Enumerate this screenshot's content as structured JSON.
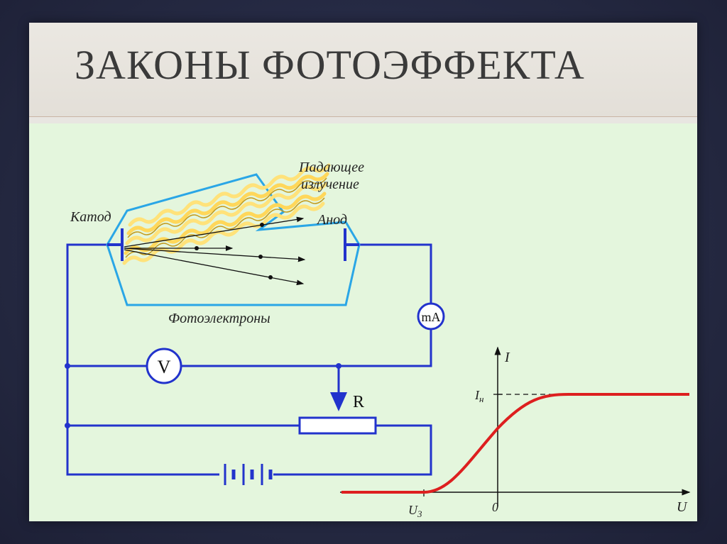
{
  "title": "ЗАКОНЫ ФОТОЭФФЕКТА",
  "circuit": {
    "incident_radiation_line1": "Падающее",
    "incident_radiation_line2": "излучение",
    "cathode": "Катод",
    "anode": "Анод",
    "photoelectrons": "Фотоэлектроны",
    "ammeter": "mA",
    "voltmeter": "V",
    "resistor": "R"
  },
  "graph": {
    "y_axis_label": "I",
    "x_axis_label": "U",
    "saturation_current_label": "Iн",
    "stopping_voltage_label": "U3",
    "origin_label": "0"
  },
  "colors": {
    "wire": "#2233cc",
    "tube": "#2aa6e6",
    "curve": "#dd1f1f",
    "background": "#e4f6dd"
  }
}
